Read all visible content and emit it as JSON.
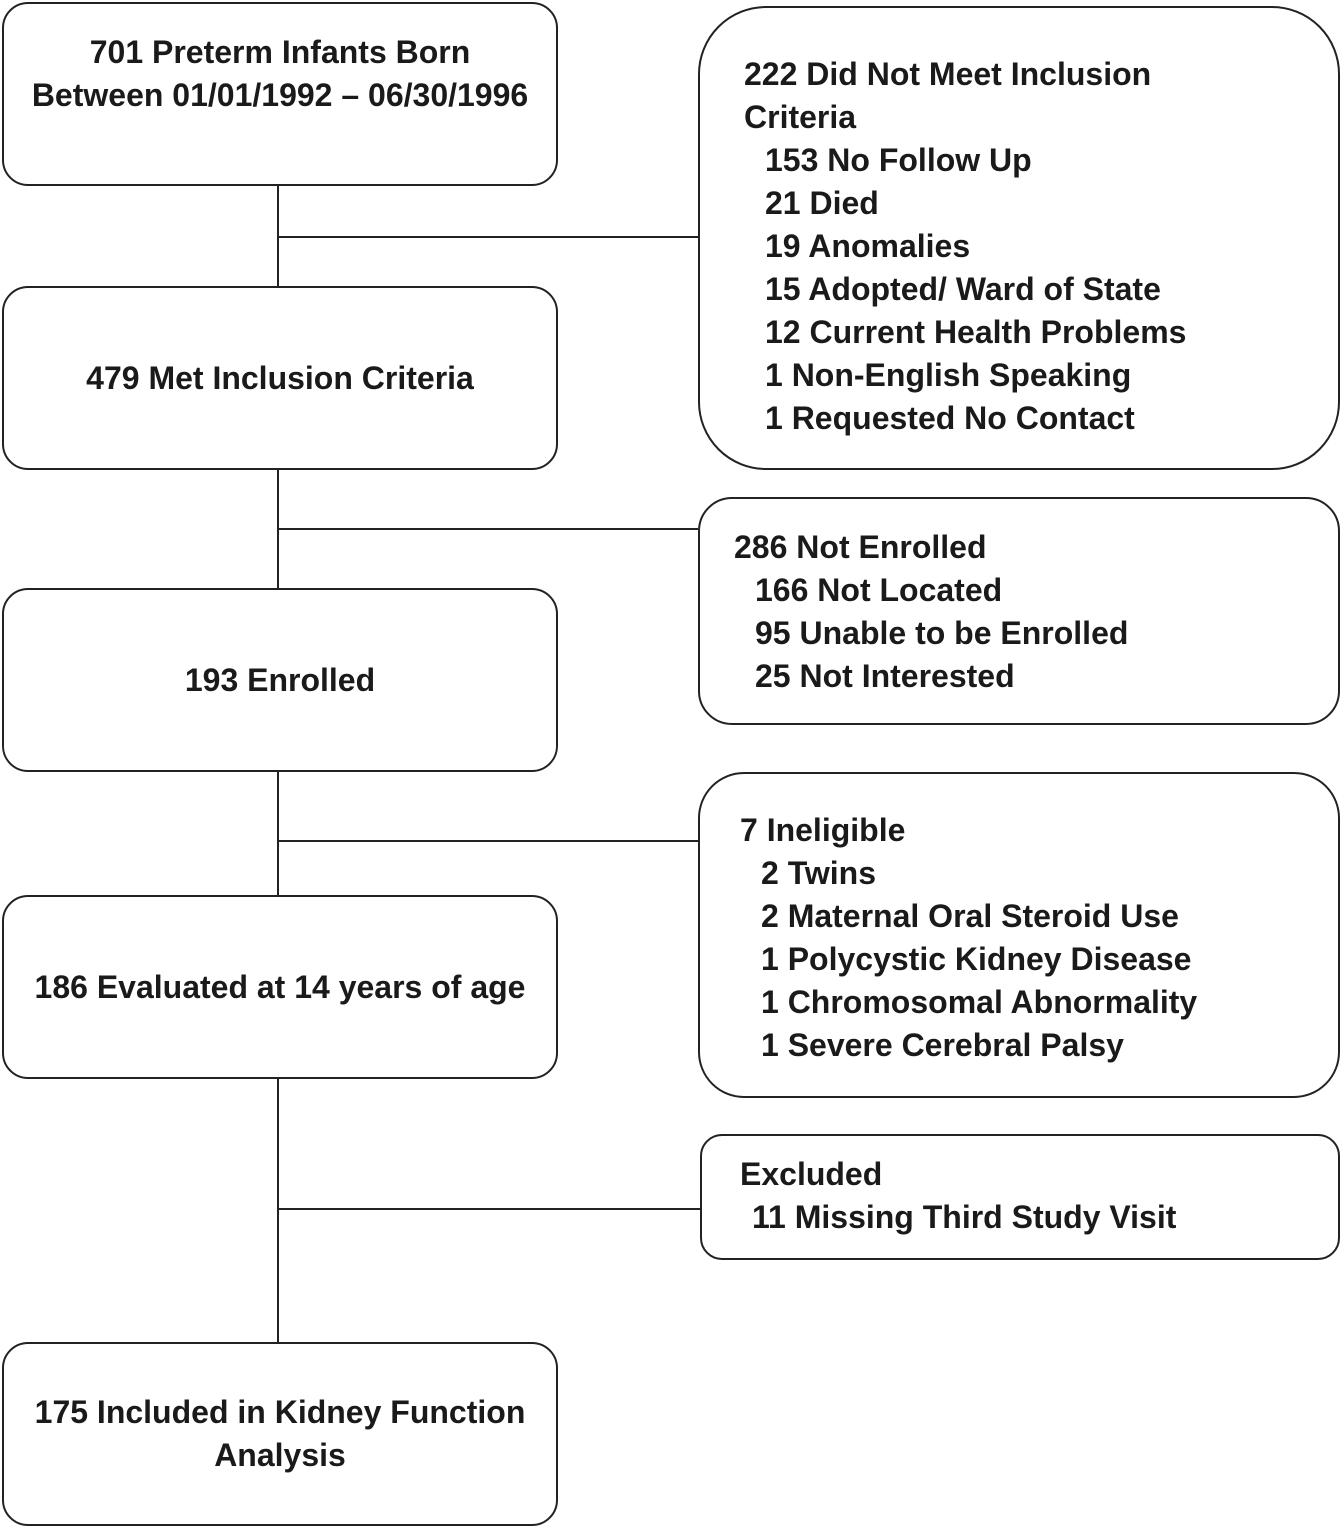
{
  "flow": {
    "stages": [
      "701 Preterm Infants Born Between 01/01/1992 – 06/30/1996",
      "479 Met Inclusion Criteria",
      "193 Enrolled",
      "186 Evaluated at 14 years of age",
      "175 Included in Kidney Function Analysis"
    ],
    "exclusions": [
      {
        "heading_line1": "222 Did Not Meet Inclusion",
        "heading_line2": "Criteria",
        "items": [
          "153 No Follow Up",
          "21 Died",
          "19 Anomalies",
          "15 Adopted/ Ward of State",
          "12 Current Health Problems",
          "1 Non-English Speaking",
          "1 Requested No Contact"
        ]
      },
      {
        "heading": "286 Not Enrolled",
        "items": [
          "166 Not Located",
          "95 Unable to be Enrolled",
          "25 Not Interested"
        ]
      },
      {
        "heading": "7 Ineligible",
        "items": [
          "2 Twins",
          "2 Maternal Oral Steroid Use",
          "1 Polycystic Kidney Disease",
          "1 Chromosomal Abnormality",
          "1 Severe Cerebral Palsy"
        ]
      },
      {
        "heading": "Excluded",
        "items": [
          "11 Missing Third Study Visit"
        ]
      }
    ]
  }
}
